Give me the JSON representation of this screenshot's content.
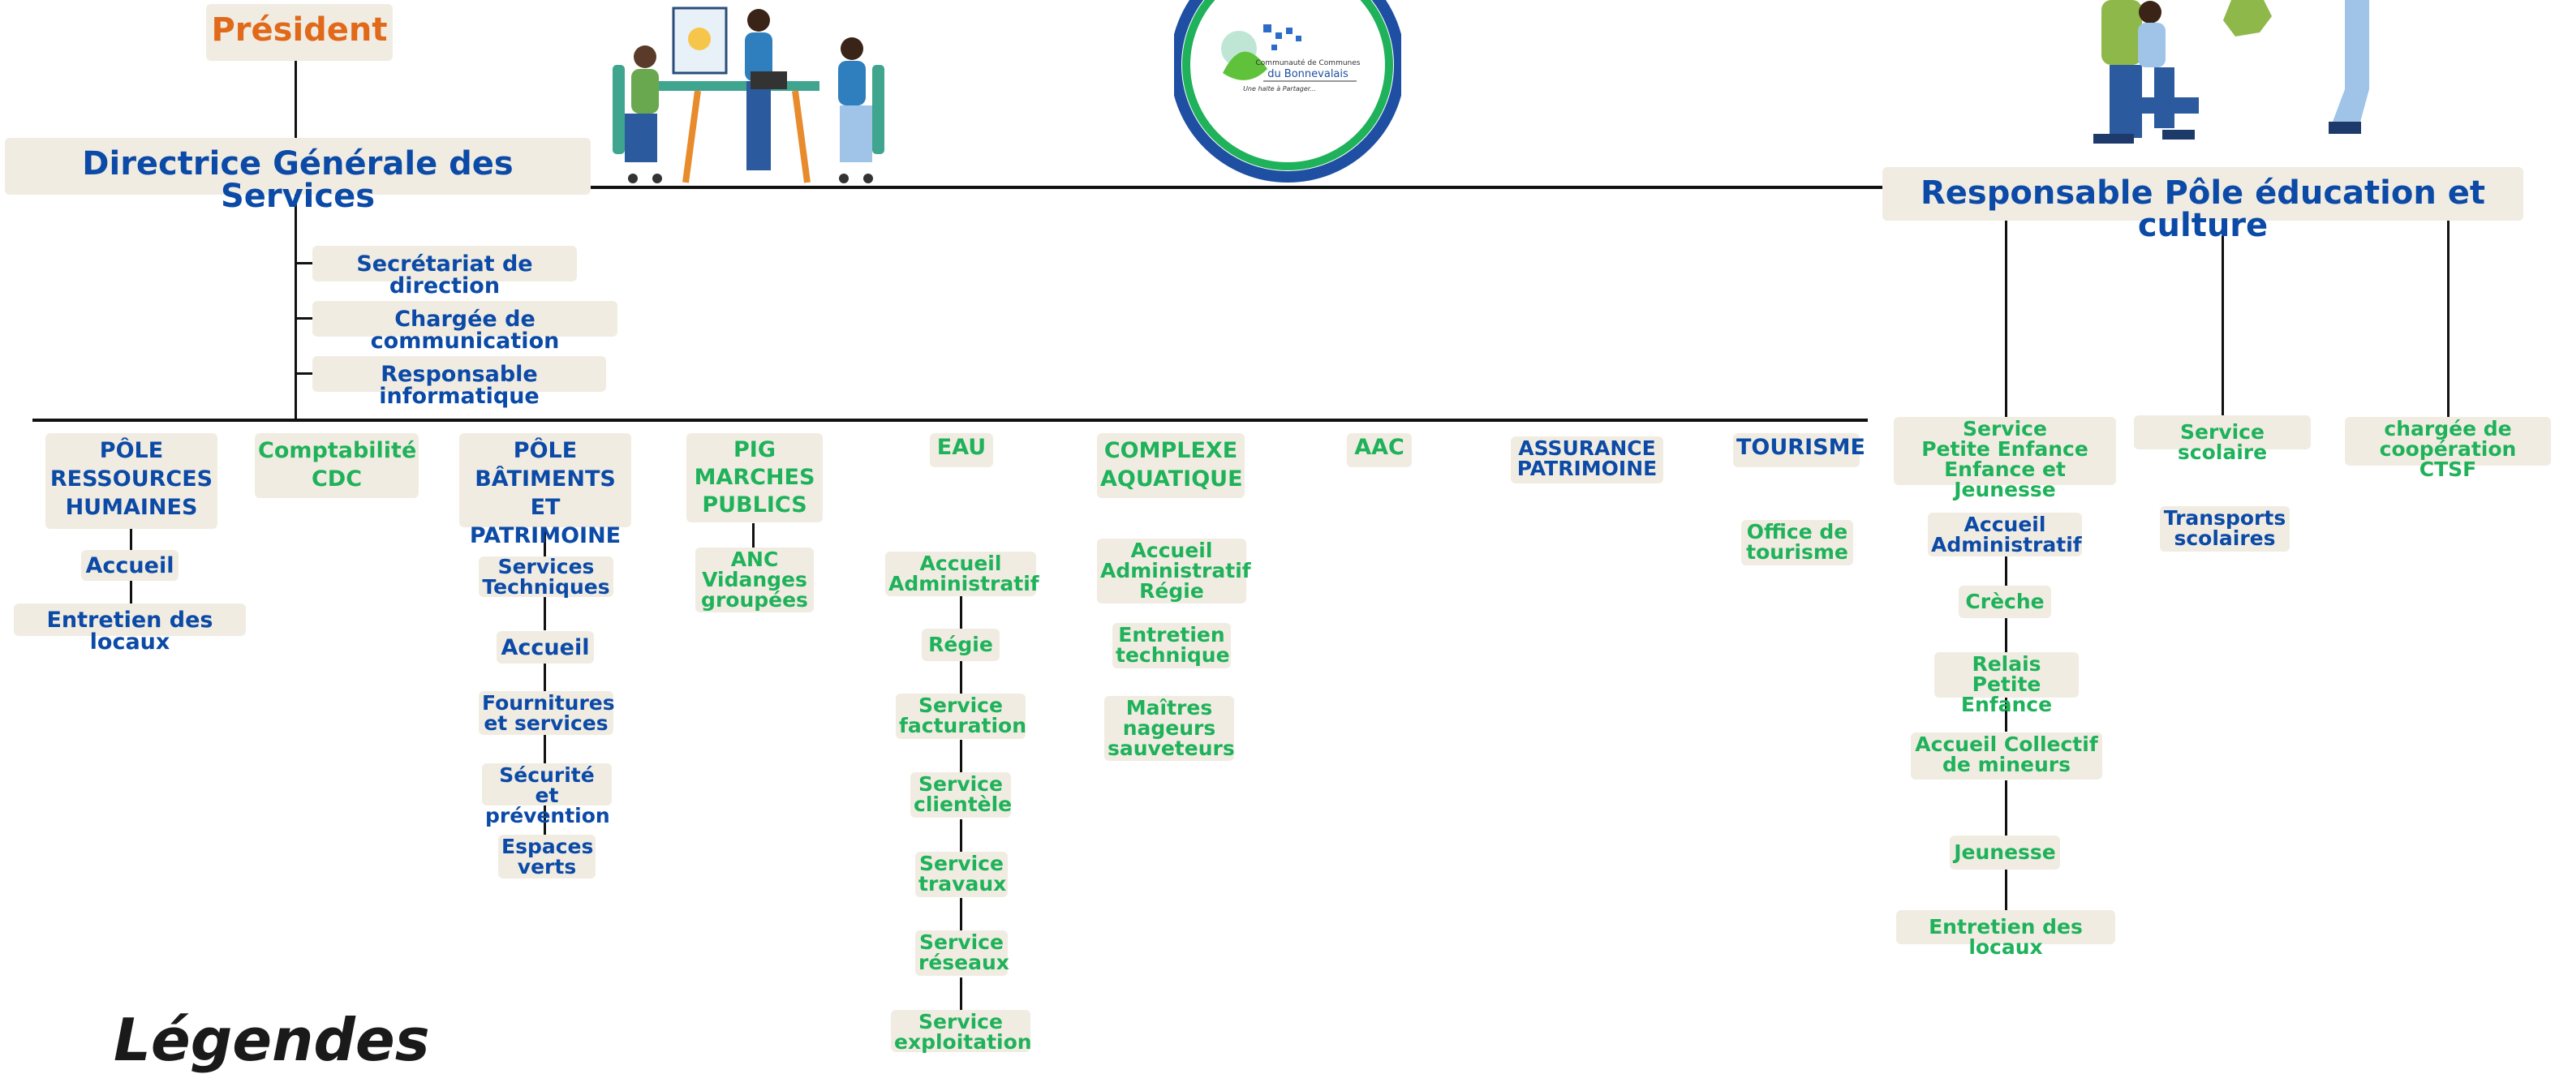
{
  "president": "Président",
  "dgs": "Directrice Générale des Services",
  "resp_education": "Responsable Pôle éducation et culture",
  "direction_staff": [
    "Secrétariat de direction",
    "Chargée de communication",
    "Responsable informatique"
  ],
  "logo_text": {
    "line1": "Communauté de Communes",
    "line2": "du Bonnevalais",
    "tagline": "Une halte à Partager..."
  },
  "poles": {
    "rh": {
      "title": "PÔLE\nRESSOURCES\nHUMAINES",
      "items": [
        "Accueil",
        "Entretien des locaux"
      ]
    },
    "compta": {
      "title": "Comptabilité\nCDC"
    },
    "batiments": {
      "title": "PÔLE\nBÂTIMENTS ET\nPATRIMOINE",
      "items": [
        "Services\nTechniques",
        "Accueil",
        "Fournitures\net services",
        "Sécurité et\nprévention",
        "Espaces\nverts"
      ]
    },
    "pig": {
      "title": "PIG\nMARCHES\nPUBLICS",
      "items": [
        "ANC\nVidanges\ngroupées"
      ]
    },
    "eau": {
      "title": "EAU",
      "items": [
        "Accueil\nAdministratif",
        "Régie",
        "Service\nfacturation",
        "Service\nclientèle",
        "Service\ntravaux",
        "Service\nréseaux",
        "Service\nexploitation"
      ]
    },
    "aquatique": {
      "title": "COMPLEXE\nAQUATIQUE",
      "items": [
        "Accueil\nAdministratif\nRégie",
        "Entretien\ntechnique",
        "Maîtres\nnageurs\nsauveteurs"
      ]
    },
    "aac": {
      "title": "AAC"
    },
    "assurance": {
      "title": "ASSURANCE\nPATRIMOINE"
    },
    "tourisme": {
      "title": "TOURISME",
      "items": [
        "Office de\ntourisme"
      ]
    }
  },
  "education": {
    "petite_enfance": {
      "title": "Service\nPetite Enfance\nEnfance et Jeunesse",
      "items": [
        "Accueil\nAdministratif",
        "Crèche",
        "Relais Petite\nEnfance",
        "Accueil Collectif\nde mineurs",
        "Jeunesse",
        "Entretien des locaux"
      ]
    },
    "scolaire": {
      "title": "Service scolaire",
      "items": [
        "Transports\nscolaires"
      ]
    },
    "ctsf": {
      "title": "chargée de\ncoopération CTSF"
    }
  },
  "legend_title": "Légendes",
  "colors": {
    "blue": "#0b4aa6",
    "green": "#1fb25a",
    "orange": "#e0691a",
    "box_bg": "#f1ece2"
  }
}
